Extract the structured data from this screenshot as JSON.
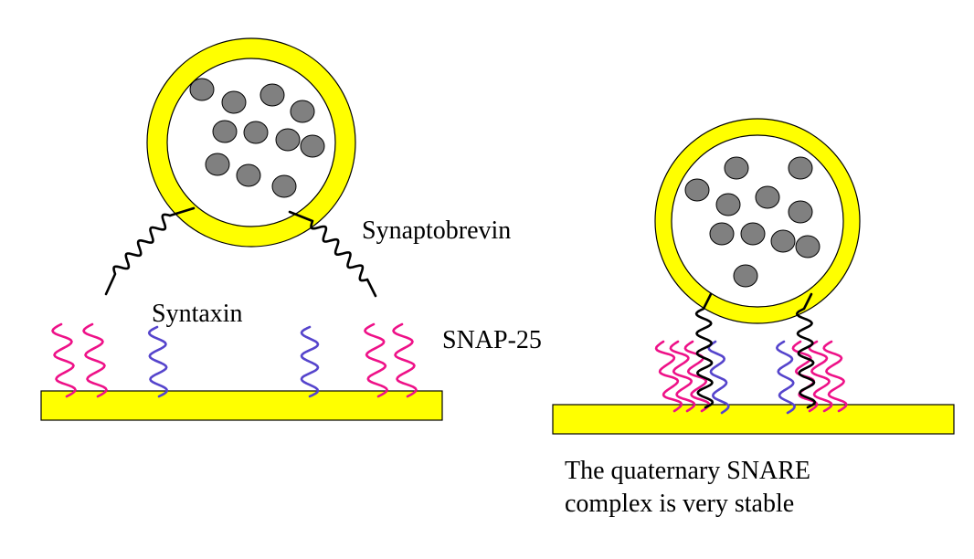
{
  "labels": {
    "synaptobrevin": "Synaptobrevin",
    "syntaxin": "Syntaxin",
    "snap25": "SNAP-25"
  },
  "caption": {
    "line1": "The quaternary SNARE",
    "line2": "complex is very stable"
  },
  "colors": {
    "membrane": "#ffff00",
    "vesicle_ring": "#ffff00",
    "vesicle_inner": "#ffffff",
    "granule": "#808080",
    "outline": "#000000",
    "synaptobrevin": "#000000",
    "syntaxin": "#5544cc",
    "snap25": "#ee1188"
  },
  "icons": [
    "vesicle-icon",
    "membrane-icon",
    "granule-icon",
    "synaptobrevin-strand-icon",
    "syntaxin-strand-icon",
    "snap25-strand-icon"
  ]
}
